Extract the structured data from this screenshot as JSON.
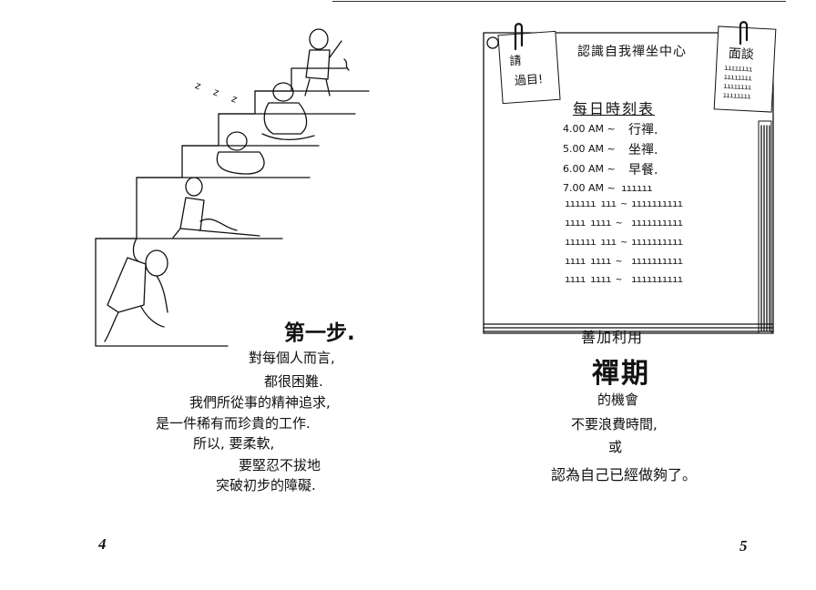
{
  "left_page": {
    "heading": "第一步.",
    "lines": [
      "對每個人而言,",
      "都很困難.",
      "我們所從事的精神追求,",
      "是一件稀有而珍貴的工作.",
      "所以, 要柔軟,",
      "要堅忍不拔地",
      "突破初步的障礙."
    ],
    "page_number": "4",
    "zzz": "z z z"
  },
  "right_page": {
    "sticky_note": [
      "請",
      "過目!"
    ],
    "board_title": "認識自我禪坐中心",
    "notice_title": "面談",
    "schedule_title": "每日時刻表",
    "schedule": [
      {
        "time": "4.00 AM ~",
        "activity": "行禪."
      },
      {
        "time": "5.00 AM ~",
        "activity": "坐禪."
      },
      {
        "time": "6.00 AM ~",
        "activity": "早餐."
      },
      {
        "time": "7.00 AM ~",
        "activity": "ıııııı"
      },
      {
        "time": "ıııııı ııı ~",
        "activity": "ıııııııııı"
      },
      {
        "time": "ıııı ıııı ~",
        "activity": "ıııııııııı"
      },
      {
        "time": "ıııııı ııı ~",
        "activity": "ıııııııııı"
      },
      {
        "time": "ıııı ıııı ~",
        "activity": "ıııııııııı"
      },
      {
        "time": "ıııı ıııı ~",
        "activity": "ıııııııııı"
      }
    ],
    "caption": {
      "line1": "善加利用",
      "big": "禪期",
      "line3": "的機會",
      "line4": "不要浪費時間,",
      "line5": "或",
      "line6": "認為自己已經做夠了。"
    },
    "page_number": "5"
  }
}
